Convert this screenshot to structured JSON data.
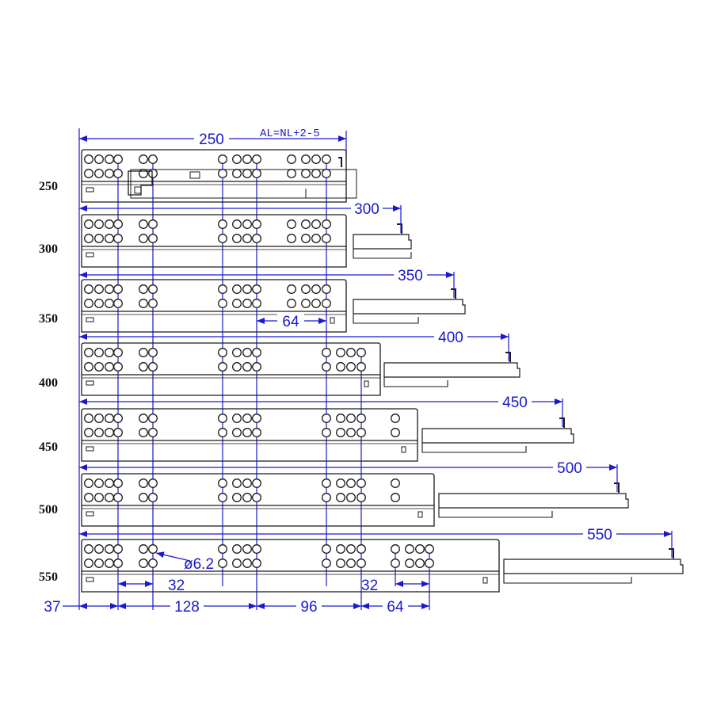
{
  "colors": {
    "ink": "#1a1a1a",
    "dimension": "#1a1acc"
  },
  "header": {
    "overall_length": "250",
    "note": "AL=NL+2-5"
  },
  "slides": [
    {
      "size": "250",
      "length_label": "250"
    },
    {
      "size": "300",
      "length_label": "300"
    },
    {
      "size": "350",
      "length_label": "350"
    },
    {
      "size": "400",
      "length_label": "400"
    },
    {
      "size": "450",
      "length_label": "450"
    },
    {
      "size": "500",
      "length_label": "500"
    },
    {
      "size": "550",
      "length_label": "550"
    }
  ],
  "dimensions": {
    "hole_spacing_350": "64",
    "hole_diameter": "ø6.2",
    "left_32": "32",
    "right_32": "32",
    "bottom": [
      "37",
      "128",
      "96",
      "64"
    ]
  }
}
